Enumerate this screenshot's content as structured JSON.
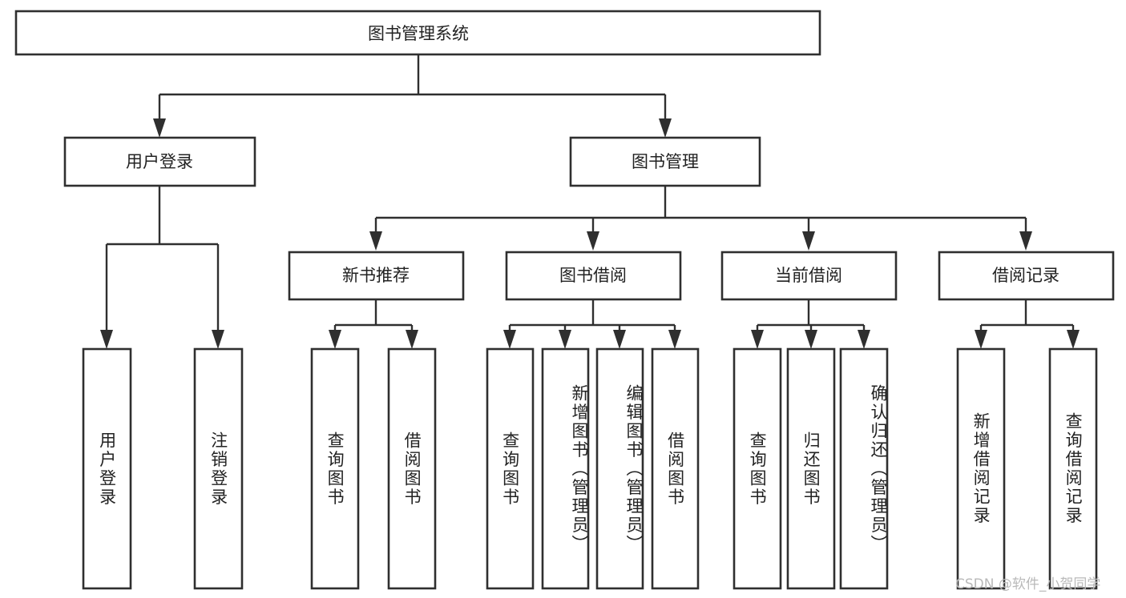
{
  "diagram": {
    "type": "tree",
    "title": "图书管理系统",
    "orientation": "top-down",
    "colors": {
      "box_stroke": "#2f2f2f",
      "box_fill": "#ffffff",
      "text": "#222222",
      "connector": "#2f2f2f",
      "watermark": "#b9b9b9",
      "background": "#ffffff"
    },
    "root": {
      "label": "图书管理系统"
    },
    "level2": [
      {
        "label": "用户登录"
      },
      {
        "label": "图书管理"
      }
    ],
    "level3": [
      {
        "label": "新书推荐"
      },
      {
        "label": "图书借阅"
      },
      {
        "label": "当前借阅"
      },
      {
        "label": "借阅记录"
      }
    ],
    "leaves": {
      "user_login": [
        {
          "label": "用户登录"
        },
        {
          "label": "注销登录"
        }
      ],
      "new_book_recommend": [
        {
          "label": "查询图书"
        },
        {
          "label": "借阅图书"
        }
      ],
      "book_borrow": [
        {
          "label": "查询图书"
        },
        {
          "label": "新增图书（管理员）"
        },
        {
          "label": "编辑图书（管理员）"
        },
        {
          "label": "借阅图书"
        }
      ],
      "current_borrow": [
        {
          "label": "查询图书"
        },
        {
          "label": "归还图书"
        },
        {
          "label": "确认归还（管理员）"
        }
      ],
      "borrow_record": [
        {
          "label": "新增借阅记录"
        },
        {
          "label": "查询借阅记录"
        }
      ]
    }
  },
  "watermark": {
    "text": "CSDN @软件_小贺同学"
  }
}
